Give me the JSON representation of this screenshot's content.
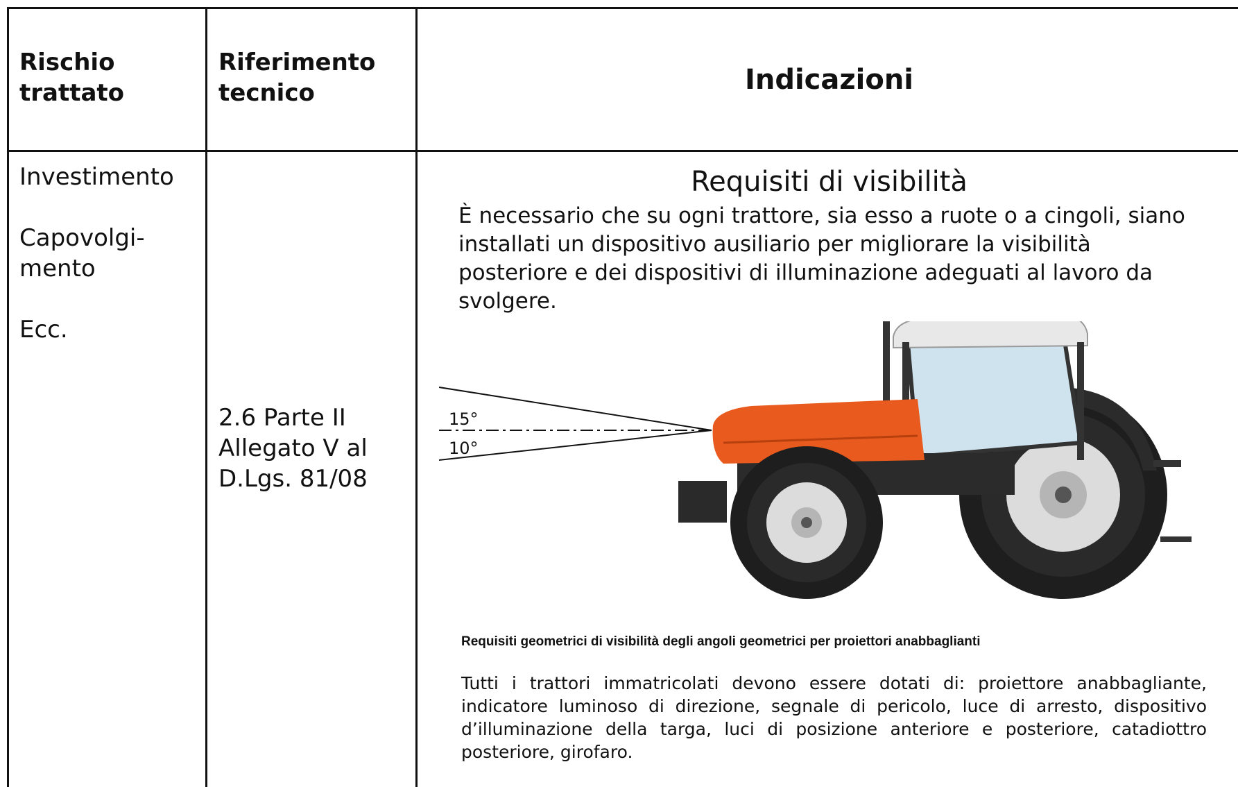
{
  "headers": {
    "risk": "Rischio trattato",
    "reference": "Riferimento tecnico",
    "indications": "Indicazioni"
  },
  "row": {
    "risks": [
      "Investimento",
      "Capovolgi-mento",
      "Ecc."
    ],
    "reference": "2.6 Parte II Allegato V al D.Lgs. 81/08",
    "title": "Requisiti di visibilità",
    "intro": "È necessario che su ogni trattore, sia esso a ruote o a cingoli, siano installati un dispositivo ausiliario per migliorare la visibilità posteriore e dei dispositivi di illuminazione adeguati al lavoro da svolgere.",
    "figure": {
      "angle_up": "15°",
      "angle_down": "10°",
      "colors": {
        "hood": "#e85a1e",
        "cab_roof": "#e8e8e8",
        "tire": "#1e1e1e",
        "rim": "#dcdcdc",
        "glass": "#cfe3ee",
        "beacon": "#f0a020"
      }
    },
    "caption": "Requisiti  geometrici di visibilità degli angoli geometrici per proiettori anabbaglianti",
    "paragraph": "Tutti i trattori immatricolati devono essere dotati di: proiettore anabbagliante, indicatore luminoso di direzione, segnale di pericolo, luce di arresto, dispositivo d’illuminazione della targa, luci di posizione anteriore e posteriore, catadiottro posteriore, girofaro."
  }
}
